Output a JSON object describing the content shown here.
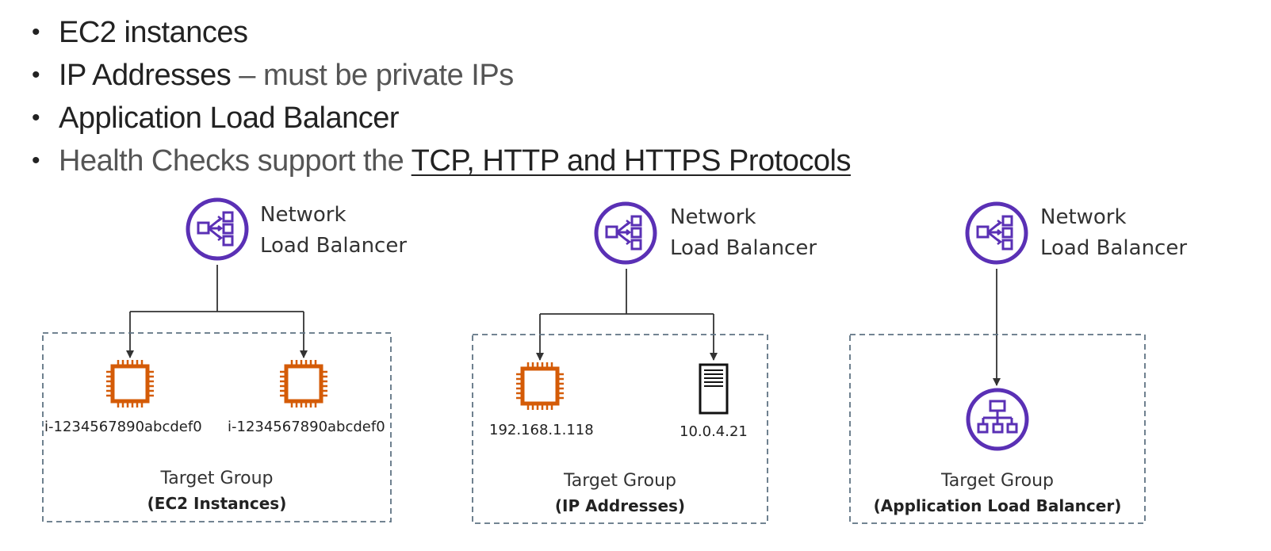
{
  "bullets": {
    "b1": "EC2 instances",
    "b2_main": "IP Addresses",
    "b2_rest": " – must be private IPs",
    "b3": "Application Load Balancer",
    "b4_prefix": "Health Checks support the ",
    "b4_link": "TCP, HTTP and HTTPS Protocols"
  },
  "diagrams": [
    {
      "nlb_line1": "Network",
      "nlb_line2": "Load Balancer",
      "targets": [
        "i-1234567890abcdef0",
        "i-1234567890abcdef0"
      ],
      "tg_title": "Target Group",
      "tg_sub": "(EC2 Instances)"
    },
    {
      "nlb_line1": "Network",
      "nlb_line2": "Load Balancer",
      "targets": [
        "192.168.1.118",
        "10.0.4.21"
      ],
      "tg_title": "Target Group",
      "tg_sub": "(IP Addresses)"
    },
    {
      "nlb_line1": "Network",
      "nlb_line2": "Load Balancer",
      "tg_title": "Target Group",
      "tg_sub": "(Application Load Balancer)"
    }
  ],
  "colors": {
    "nlb_purple": "#5a30b5",
    "ec2_orange": "#d45b07",
    "box_border": "#5f7383",
    "line": "#333333"
  },
  "icons": [
    "network-load-balancer-icon",
    "ec2-chip-icon",
    "server-icon",
    "application-load-balancer-icon"
  ]
}
